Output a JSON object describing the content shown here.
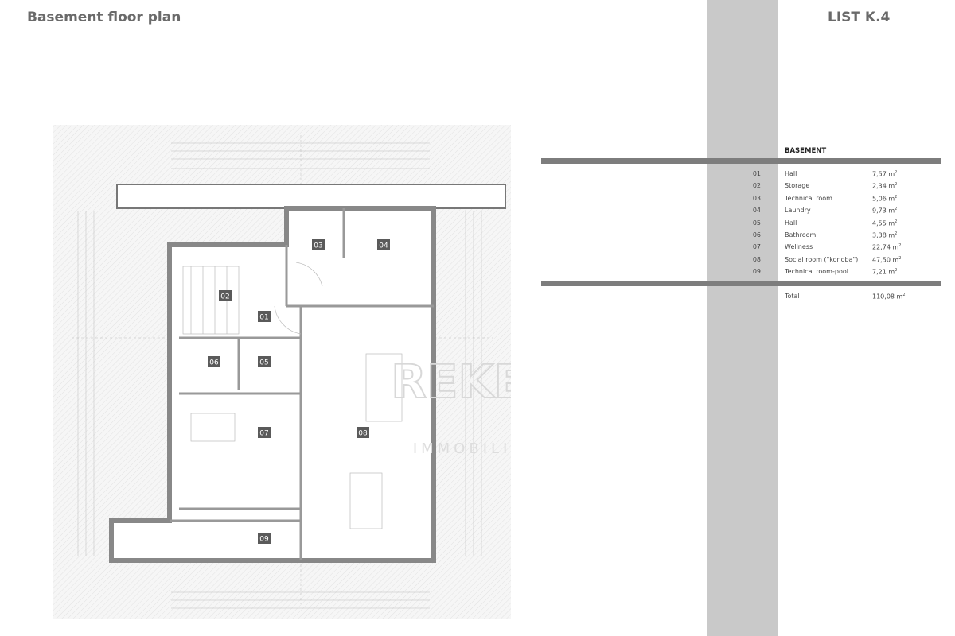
{
  "header": {
    "title": "Basement floor plan",
    "sheet": "LIST K.4"
  },
  "table": {
    "heading": "BASEMENT",
    "unit": "m",
    "rows": [
      {
        "no": "01",
        "name": "Hall",
        "area": "7,57"
      },
      {
        "no": "02",
        "name": "Storage",
        "area": "2,34"
      },
      {
        "no": "03",
        "name": "Technical room",
        "area": "5,06"
      },
      {
        "no": "04",
        "name": "Laundry",
        "area": "9,73"
      },
      {
        "no": "05",
        "name": "Hall",
        "area": "4,55"
      },
      {
        "no": "06",
        "name": "Bathroom",
        "area": "3,38"
      },
      {
        "no": "07",
        "name": "Wellness",
        "area": "22,74"
      },
      {
        "no": "08",
        "name": "Social room (\"konoba\")",
        "area": "47,50"
      },
      {
        "no": "09",
        "name": "Technical room-pool",
        "area": "7,21"
      }
    ],
    "total_label": "Total",
    "total_area": "110,08"
  },
  "plan": {
    "rooms": [
      "01",
      "02",
      "03",
      "04",
      "05",
      "06",
      "07",
      "08",
      "09"
    ]
  },
  "watermark": {
    "line1": "REKER",
    "line2": "IMMOBILIEN"
  },
  "colors": {
    "column": "#c9c9c9",
    "bar": "#7d7d7d",
    "label_bg": "#5a5a5a"
  }
}
